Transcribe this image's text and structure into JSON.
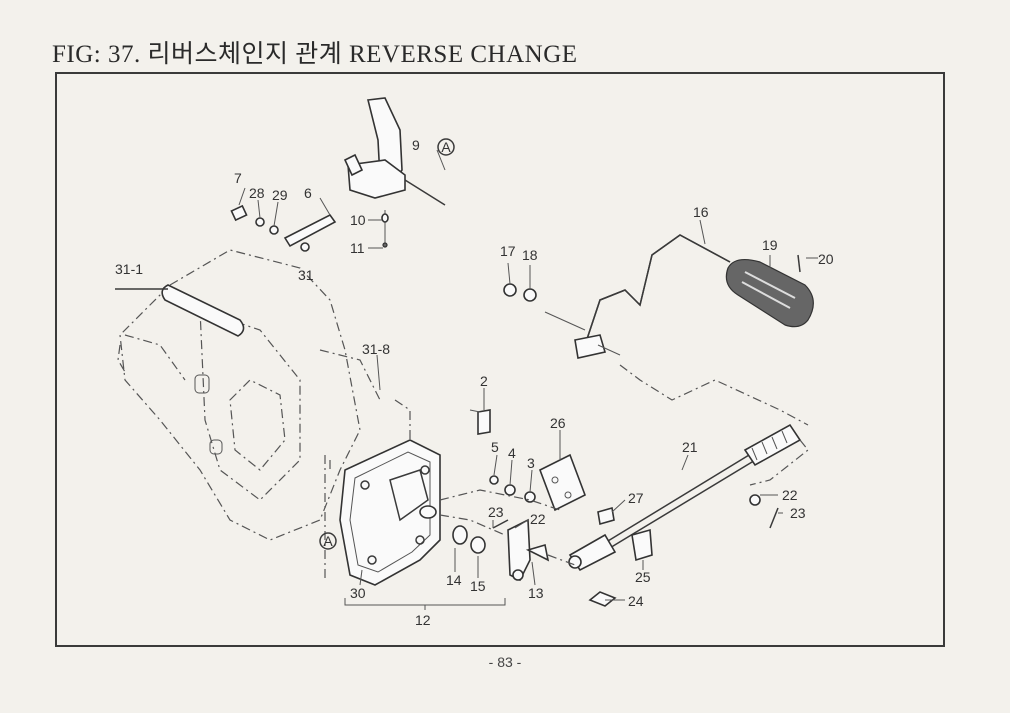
{
  "title": "FIG: 37. 리버스체인지 관계 REVERSE CHANGE",
  "page_number": "- 83 -",
  "ref_mark": "A",
  "callouts": [
    "7",
    "28",
    "29",
    "6",
    "31",
    "9",
    "10",
    "11",
    "31-1",
    "17",
    "18",
    "16",
    "19",
    "20",
    "31-8",
    "2",
    "26",
    "5",
    "4",
    "3",
    "21",
    "22",
    "23",
    "27",
    "23",
    "22",
    "14",
    "15",
    "13",
    "25",
    "24",
    "30",
    "12"
  ]
}
